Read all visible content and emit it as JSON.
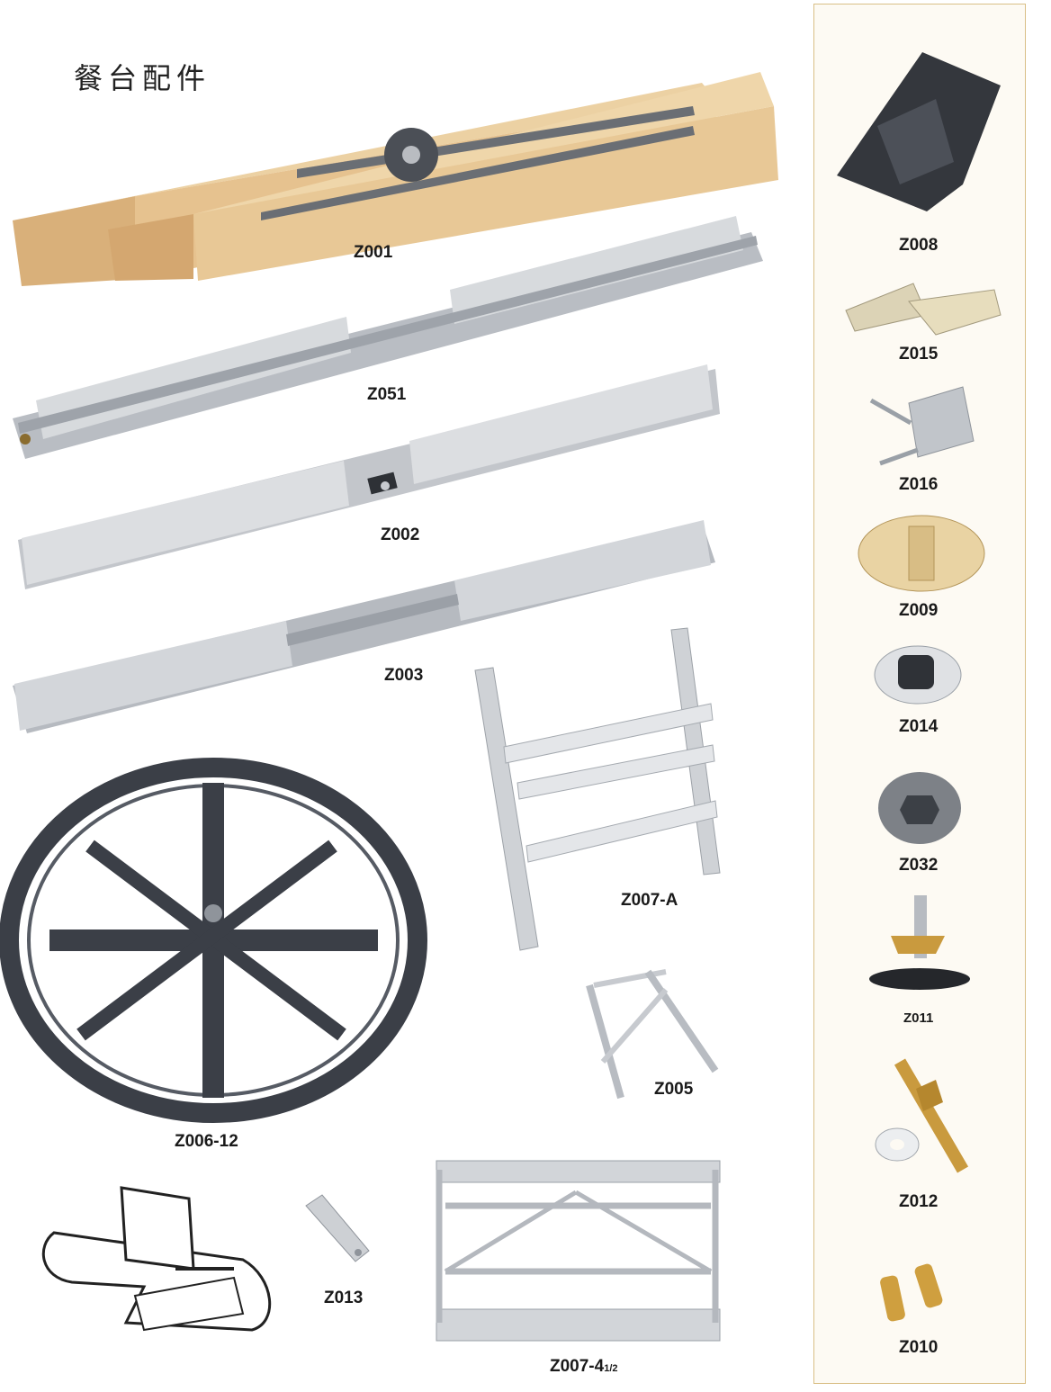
{
  "title": "餐台配件",
  "codes": {
    "z001": "Z001",
    "z051": "Z051",
    "z002": "Z002",
    "z003": "Z003",
    "z007a": "Z007-A",
    "z006": "Z006-12",
    "z005": "Z005",
    "z013": "Z013",
    "z007_4_main": "Z007-4",
    "z007_4_sub": "1/2",
    "z008": "Z008",
    "z015": "Z015",
    "z016": "Z016",
    "z009": "Z009",
    "z014": "Z014",
    "z032": "Z032",
    "z011": "Z011",
    "z012": "Z012",
    "z010": "Z010"
  },
  "colors": {
    "wood": "#e6c28f",
    "metal": "#c9ccd0",
    "dark_plastic": "#3b3f47",
    "brass": "#c99a3e",
    "sidebar_border": "#d9bf86"
  }
}
